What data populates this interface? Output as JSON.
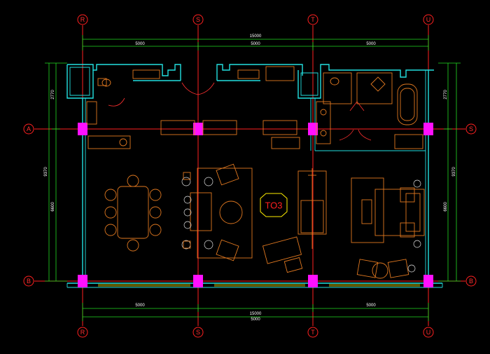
{
  "drawing": {
    "background": "#000000",
    "colors": {
      "axis": "#ff2020",
      "dimension": "#22dd22",
      "wall": "#22e0e0",
      "furniture": "#e07820",
      "column": "#ff10ff",
      "label_outline": "#ffee00"
    },
    "grid_bubbles": {
      "top": [
        "R",
        "S",
        "T",
        "U"
      ],
      "bottom": [
        "R",
        "S",
        "T",
        "U"
      ],
      "left": [
        "A",
        "B"
      ],
      "right": [
        "S",
        "B"
      ]
    },
    "dimensions": {
      "top_overall": "15000",
      "top_left": "5000",
      "top_middle": "5000",
      "top_right": "5000",
      "bottom_overall": "15000",
      "bottom_left": "5000",
      "bottom_middle": "5000",
      "bottom_right": "5000",
      "left_top": "2770",
      "left_overall": "9370",
      "left_bottom": "6600",
      "right_top": "2770",
      "right_overall": "9370",
      "right_bottom": "6600"
    },
    "room_label": "TO3"
  }
}
